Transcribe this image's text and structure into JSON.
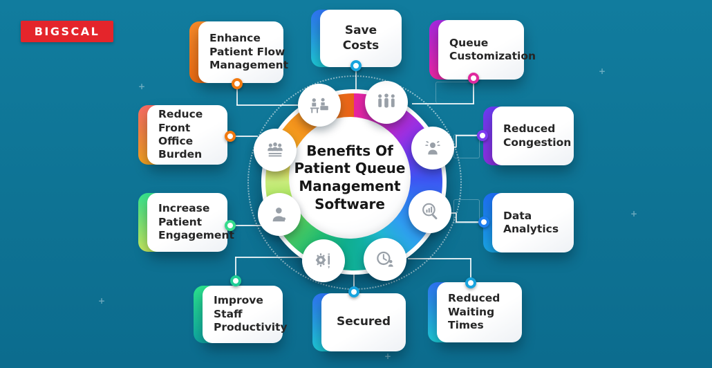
{
  "colors": {
    "background": "#0E7394",
    "logo_bg": "#E4252B",
    "card_text": "#262626",
    "accents": {
      "orange": "#F2790F",
      "cyan_blue": "#18A4DE",
      "magenta": "#E0289E",
      "green": "#35DC8C",
      "purple": "#7C3BEF",
      "blue": "#1E7FF0",
      "teal_green": "#20CE96"
    },
    "wheel_segments": [
      "#E8239C",
      "#9730E2",
      "#6A3BEE",
      "#3D55F2",
      "#2F7DF2",
      "#2F9EF0",
      "#21B6D2",
      "#0FAE8E",
      "#22BB70",
      "#52CD5E",
      "#9ADF50",
      "#C9EC7C",
      "#F5A21F",
      "#F28A1A",
      "#EF7514",
      "#E8611A"
    ]
  },
  "logo": {
    "text": "BIGSCAL"
  },
  "center": {
    "title": "Benefits Of\nPatient Queue\nManagement\nSoftware"
  },
  "cards": [
    {
      "label": "Enhance\nPatient Flow\nManagement",
      "accent": "#F2790F"
    },
    {
      "label": "Save\nCosts",
      "accent": "#18A4DE"
    },
    {
      "label": "Queue\nCustomization",
      "accent": "#E0289E"
    },
    {
      "label": "Reduce\nFront Office\nBurden",
      "accent": "#F2790F"
    },
    {
      "label": "Increase\nPatient\nEngagement",
      "accent": "#35DC8C"
    },
    {
      "label": "Reduced\nCongestion",
      "accent": "#7C3BEF"
    },
    {
      "label": "Data\nAnalytics",
      "accent": "#1E7FF0"
    },
    {
      "label": "Improve\nStaff\nProductivity",
      "accent": "#20CE96"
    },
    {
      "label": "Secured",
      "accent": "#18A4DE"
    },
    {
      "label": "Reduced\nWaiting\nTimes",
      "accent": "#18A4DE"
    }
  ],
  "icons": [
    {
      "name": "reception-desk-icon",
      "meaning": "front desk / patient flow"
    },
    {
      "name": "patient-queue-icon",
      "meaning": "queue of people"
    },
    {
      "name": "front-office-group-icon",
      "meaning": "office staff group"
    },
    {
      "name": "congestion-alert-icon",
      "meaning": "person with alert"
    },
    {
      "name": "patient-icon",
      "meaning": "single patient"
    },
    {
      "name": "analytics-magnifier-icon",
      "meaning": "magnifier with bar chart"
    },
    {
      "name": "productivity-gear-icon",
      "meaning": "gear with pencil"
    },
    {
      "name": "waiting-clock-icon",
      "meaning": "clock with person"
    }
  ]
}
